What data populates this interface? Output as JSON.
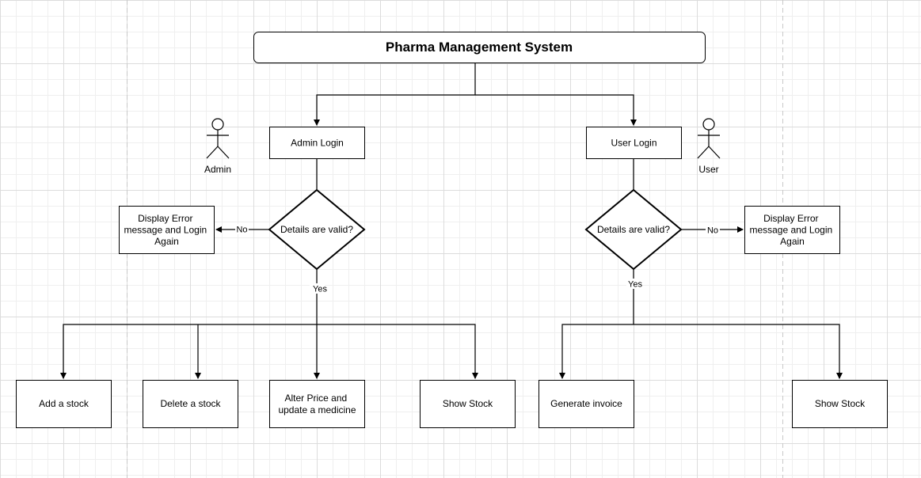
{
  "title": "Pharma Management System",
  "actors": {
    "admin": "Admin",
    "user": "User"
  },
  "admin": {
    "login": "Admin Login",
    "decision": "Details are valid?",
    "error": [
      "Display Error",
      "message and Login",
      "Again"
    ],
    "no": "No",
    "yes": "Yes",
    "actions": {
      "add": "Add a stock",
      "delete": "Delete a stock",
      "alter": [
        "Alter Price and",
        "update a medicine"
      ],
      "show": "Show Stock"
    }
  },
  "user": {
    "login": "User Login",
    "decision": "Details are valid?",
    "error": [
      "Display Error",
      "message and Login",
      "Again"
    ],
    "no": "No",
    "yes": "Yes",
    "actions": {
      "invoice": "Generate invoice",
      "show": "Show Stock"
    }
  },
  "colors": {
    "stroke": "#000000",
    "fill": "#ffffff"
  }
}
